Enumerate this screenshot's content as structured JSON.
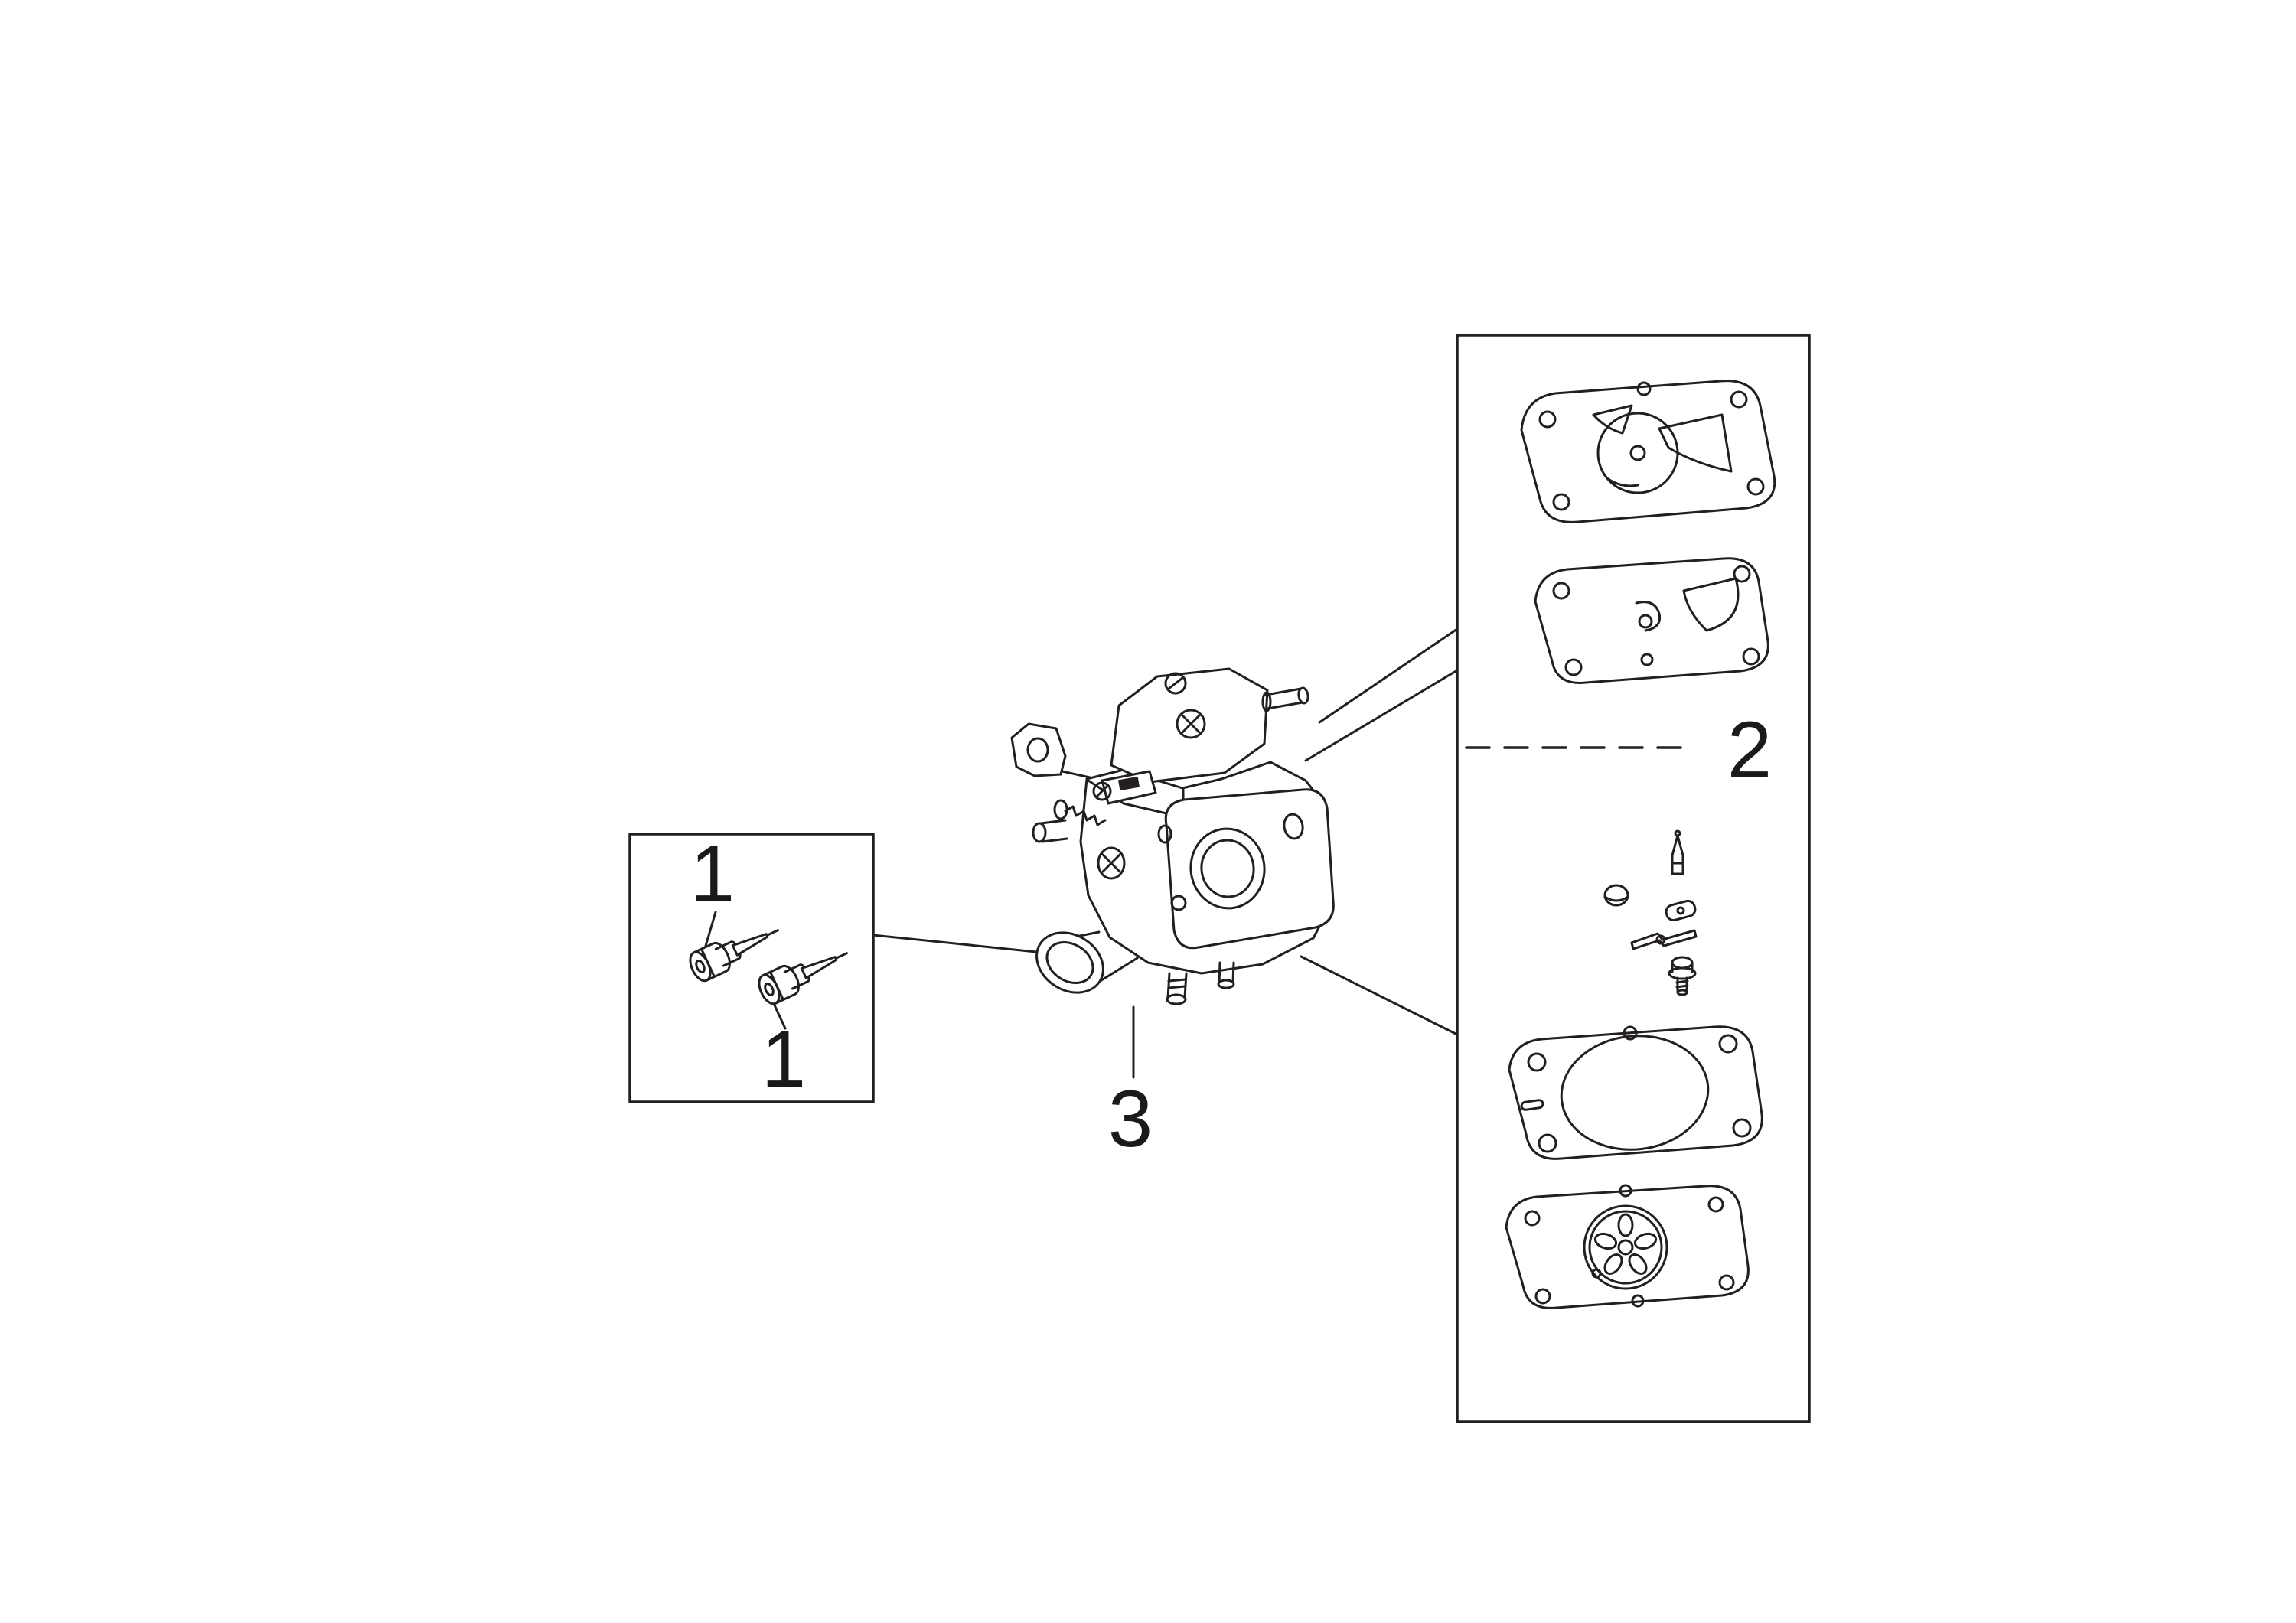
{
  "diagram": {
    "background": "#ffffff",
    "ink": "#231f20",
    "callouts": [
      {
        "id": "needle-screw-top",
        "label": "1"
      },
      {
        "id": "needle-screw-bottom",
        "label": "1"
      },
      {
        "id": "repair-kit",
        "label": "2"
      },
      {
        "id": "carburetor",
        "label": "3"
      }
    ]
  }
}
